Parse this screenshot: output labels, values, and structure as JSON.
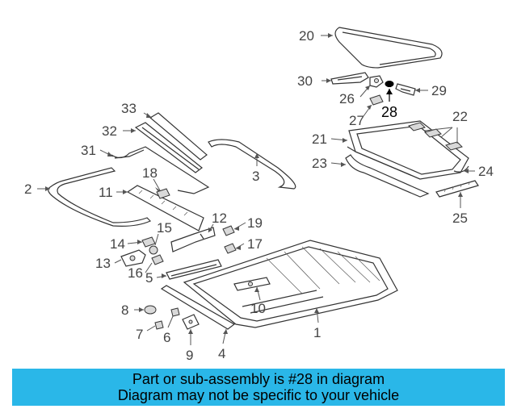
{
  "callouts": [
    {
      "id": "20",
      "text": "20"
    },
    {
      "id": "30",
      "text": "30"
    },
    {
      "id": "26",
      "text": "26"
    },
    {
      "id": "28",
      "text": "28"
    },
    {
      "id": "29",
      "text": "29"
    },
    {
      "id": "27",
      "text": "27"
    },
    {
      "id": "22",
      "text": "22"
    },
    {
      "id": "21",
      "text": "21"
    },
    {
      "id": "23",
      "text": "23"
    },
    {
      "id": "24",
      "text": "24"
    },
    {
      "id": "25",
      "text": "25"
    },
    {
      "id": "33",
      "text": "33"
    },
    {
      "id": "32",
      "text": "32"
    },
    {
      "id": "31",
      "text": "31"
    },
    {
      "id": "3",
      "text": "3"
    },
    {
      "id": "2",
      "text": "2"
    },
    {
      "id": "18",
      "text": "18"
    },
    {
      "id": "11",
      "text": "11"
    },
    {
      "id": "12",
      "text": "12"
    },
    {
      "id": "19",
      "text": "19"
    },
    {
      "id": "15",
      "text": "15"
    },
    {
      "id": "14",
      "text": "14"
    },
    {
      "id": "17",
      "text": "17"
    },
    {
      "id": "13",
      "text": "13"
    },
    {
      "id": "16",
      "text": "16"
    },
    {
      "id": "5",
      "text": "5"
    },
    {
      "id": "10",
      "text": "10"
    },
    {
      "id": "8",
      "text": "8"
    },
    {
      "id": "7",
      "text": "7"
    },
    {
      "id": "6",
      "text": "6"
    },
    {
      "id": "9",
      "text": "9"
    },
    {
      "id": "4",
      "text": "4"
    },
    {
      "id": "1",
      "text": "1"
    }
  ],
  "highlighted_part": "28",
  "banner": {
    "line1": "Part or sub-assembly is #28 in diagram",
    "line2": "Diagram may not be specific to your vehicle",
    "background": "#2ab7e8"
  }
}
